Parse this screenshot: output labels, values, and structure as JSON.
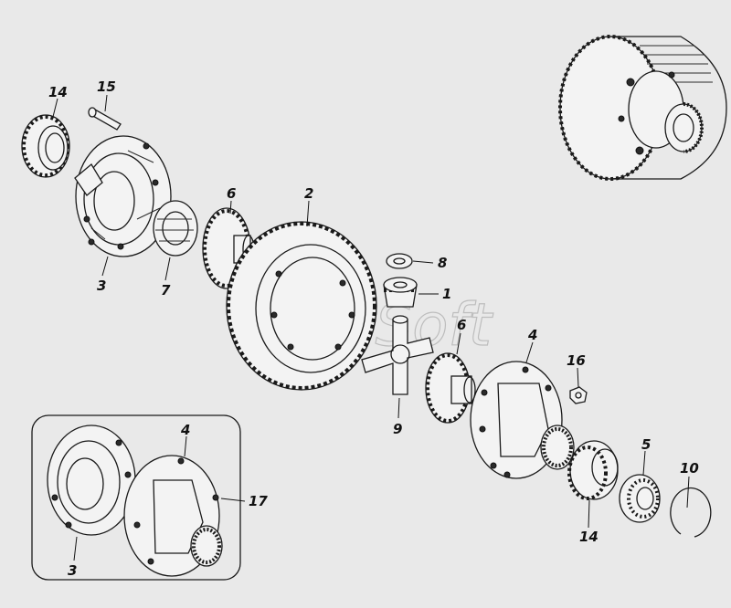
{
  "diagram": {
    "watermark": "AutoSoft",
    "background": "#e9e9e9",
    "ink_color": "#1a1a1a",
    "callouts": [
      {
        "id": "c14a",
        "label": "14"
      },
      {
        "id": "c15",
        "label": "15"
      },
      {
        "id": "c6a",
        "label": "6"
      },
      {
        "id": "c2",
        "label": "2"
      },
      {
        "id": "c3a",
        "label": "3"
      },
      {
        "id": "c7",
        "label": "7"
      },
      {
        "id": "c8",
        "label": "8"
      },
      {
        "id": "c1",
        "label": "1"
      },
      {
        "id": "c6b",
        "label": "6"
      },
      {
        "id": "c4a",
        "label": "4"
      },
      {
        "id": "c16",
        "label": "16"
      },
      {
        "id": "c9",
        "label": "9"
      },
      {
        "id": "c5",
        "label": "5"
      },
      {
        "id": "c10",
        "label": "10"
      },
      {
        "id": "c14b",
        "label": "14"
      },
      {
        "id": "c4b",
        "label": "4"
      },
      {
        "id": "c17",
        "label": "17"
      },
      {
        "id": "c3b",
        "label": "3"
      }
    ]
  }
}
